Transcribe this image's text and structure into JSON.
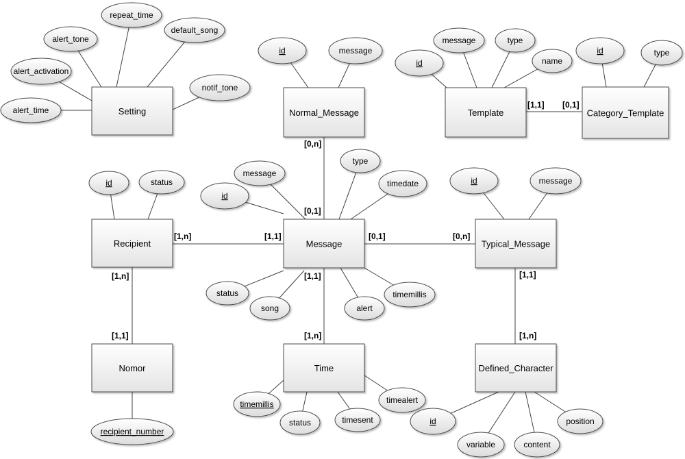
{
  "colors": {
    "line": "#404040",
    "entity_fill_top": "#ffffff",
    "entity_fill_bottom": "#e4e4e4",
    "attribute_fill_top": "#ffffff",
    "attribute_fill_bottom": "#dcdcdc",
    "stroke": "#4a4a4a"
  },
  "entities": [
    {
      "id": "setting",
      "label": "Setting"
    },
    {
      "id": "normal_message",
      "label": "Normal_Message"
    },
    {
      "id": "template",
      "label": "Template"
    },
    {
      "id": "category_template",
      "label": "Category_Template"
    },
    {
      "id": "recipient",
      "label": "Recipient"
    },
    {
      "id": "message",
      "label": "Message"
    },
    {
      "id": "typical_message",
      "label": "Typical_Message"
    },
    {
      "id": "nomor",
      "label": "Nomor"
    },
    {
      "id": "time",
      "label": "Time"
    },
    {
      "id": "defined_character",
      "label": "Defined_Character"
    }
  ],
  "attributes": [
    {
      "id": "setting_repeat_time",
      "entity": "setting",
      "label": "repeat_time",
      "key": false
    },
    {
      "id": "setting_alert_tone",
      "entity": "setting",
      "label": "alert_tone",
      "key": false
    },
    {
      "id": "setting_default_song",
      "entity": "setting",
      "label": "default_song",
      "key": false
    },
    {
      "id": "setting_alert_activation",
      "entity": "setting",
      "label": "alert_activation",
      "key": false
    },
    {
      "id": "setting_notif_tone",
      "entity": "setting",
      "label": "notif_tone",
      "key": false
    },
    {
      "id": "setting_alert_time",
      "entity": "setting",
      "label": "alert_time",
      "key": false
    },
    {
      "id": "normal_id",
      "entity": "normal_message",
      "label": "id",
      "key": true
    },
    {
      "id": "normal_message_attr",
      "entity": "normal_message",
      "label": "message",
      "key": false
    },
    {
      "id": "template_message",
      "entity": "template",
      "label": "message",
      "key": false
    },
    {
      "id": "template_type",
      "entity": "template",
      "label": "type",
      "key": false
    },
    {
      "id": "template_id",
      "entity": "template",
      "label": "id",
      "key": true
    },
    {
      "id": "template_name",
      "entity": "template",
      "label": "name",
      "key": false
    },
    {
      "id": "category_id",
      "entity": "category_template",
      "label": "id",
      "key": true
    },
    {
      "id": "category_type",
      "entity": "category_template",
      "label": "type",
      "key": false
    },
    {
      "id": "recipient_id",
      "entity": "recipient",
      "label": "id",
      "key": true
    },
    {
      "id": "recipient_status",
      "entity": "recipient",
      "label": "status",
      "key": false
    },
    {
      "id": "message_message",
      "entity": "message",
      "label": "message",
      "key": false
    },
    {
      "id": "message_type",
      "entity": "message",
      "label": "type",
      "key": false
    },
    {
      "id": "message_timedate",
      "entity": "message",
      "label": "timedate",
      "key": false
    },
    {
      "id": "message_id",
      "entity": "message",
      "label": "id",
      "key": true
    },
    {
      "id": "message_status",
      "entity": "message",
      "label": "status",
      "key": false
    },
    {
      "id": "message_song",
      "entity": "message",
      "label": "song",
      "key": false
    },
    {
      "id": "message_alert",
      "entity": "message",
      "label": "alert",
      "key": false
    },
    {
      "id": "message_timemillis",
      "entity": "message",
      "label": "timemillis",
      "key": false
    },
    {
      "id": "typical_id",
      "entity": "typical_message",
      "label": "id",
      "key": true
    },
    {
      "id": "typical_message_attr",
      "entity": "typical_message",
      "label": "message",
      "key": false
    },
    {
      "id": "nomor_recipient_number",
      "entity": "nomor",
      "label": "recipient_number",
      "key": true
    },
    {
      "id": "time_timemillis",
      "entity": "time",
      "label": "timemillis",
      "key": true
    },
    {
      "id": "time_status",
      "entity": "time",
      "label": "status",
      "key": false
    },
    {
      "id": "time_timesent",
      "entity": "time",
      "label": "timesent",
      "key": false
    },
    {
      "id": "time_timealert",
      "entity": "time",
      "label": "timealert",
      "key": false
    },
    {
      "id": "defined_id",
      "entity": "defined_character",
      "label": "id",
      "key": true
    },
    {
      "id": "defined_variable",
      "entity": "defined_character",
      "label": "variable",
      "key": false
    },
    {
      "id": "defined_content",
      "entity": "defined_character",
      "label": "content",
      "key": false
    },
    {
      "id": "defined_position",
      "entity": "defined_character",
      "label": "position",
      "key": false
    }
  ],
  "relationships": [
    {
      "id": "normal-message",
      "from": "normal_message",
      "to": "message",
      "from_card": "[0,n]",
      "to_card": "[0,1]"
    },
    {
      "id": "template-category",
      "from": "template",
      "to": "category_template",
      "from_card": "[1,1]",
      "to_card": "[0,1]"
    },
    {
      "id": "recipient-message",
      "from": "recipient",
      "to": "message",
      "from_card": "[1,n]",
      "to_card": "[1,1]"
    },
    {
      "id": "message-typical",
      "from": "message",
      "to": "typical_message",
      "from_card": "[0,1]",
      "to_card": "[0,n]"
    },
    {
      "id": "recipient-nomor",
      "from": "recipient",
      "to": "nomor",
      "from_card": "[1,n]",
      "to_card": "[1,1]"
    },
    {
      "id": "message-time",
      "from": "message",
      "to": "time",
      "from_card": "[1,1]",
      "to_card": "[1,n]"
    },
    {
      "id": "typical-defined",
      "from": "typical_message",
      "to": "defined_character",
      "from_card": "[1,1]",
      "to_card": "[1,n]"
    }
  ]
}
